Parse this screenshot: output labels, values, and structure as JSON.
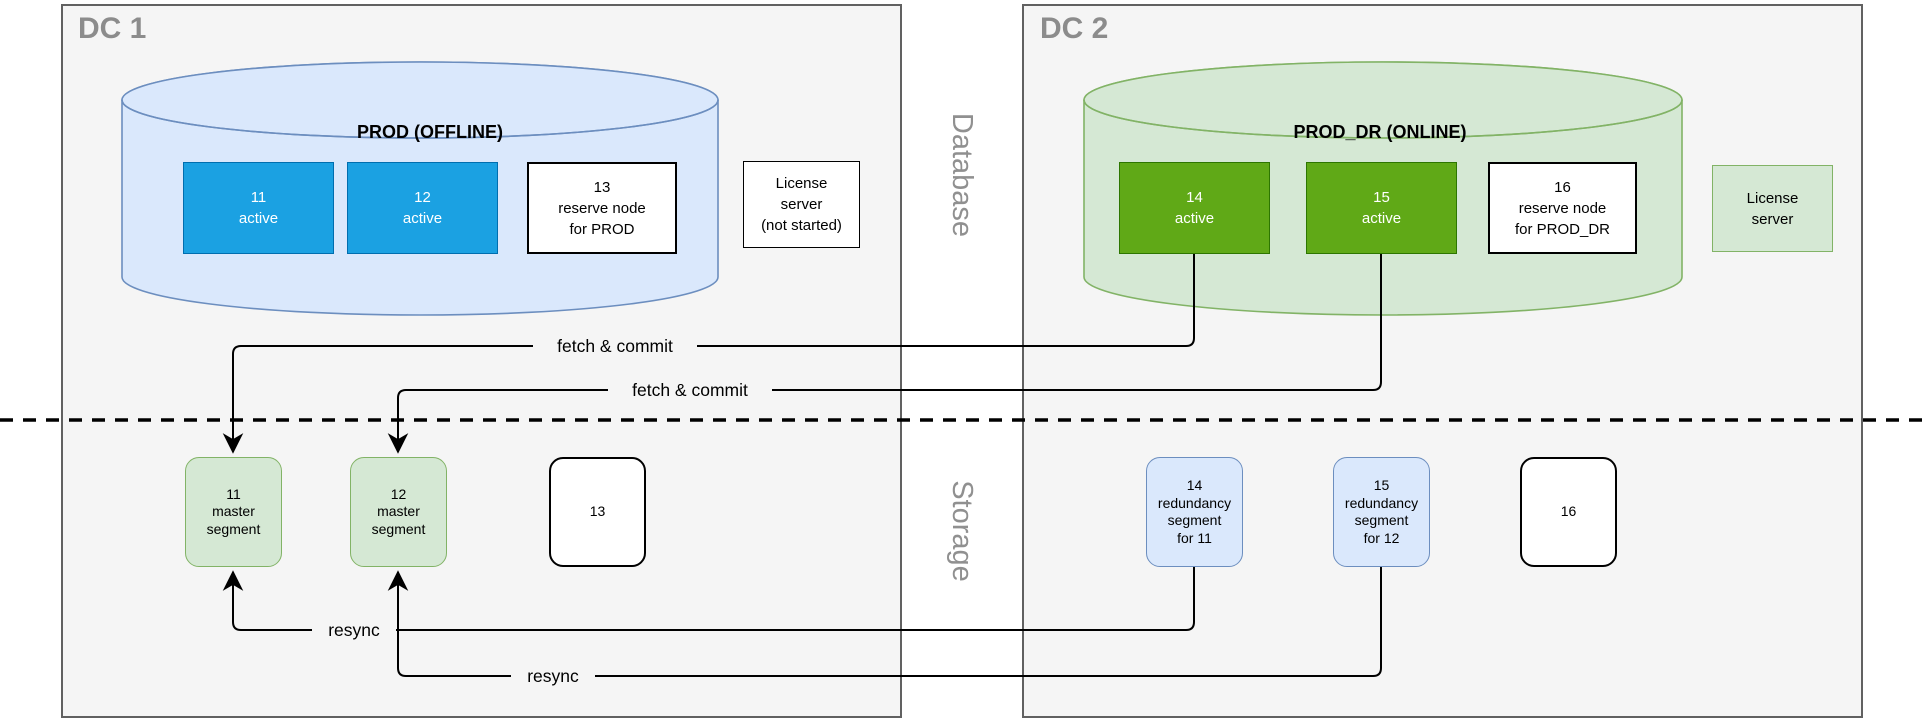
{
  "dividers": {
    "database_label": "Database",
    "storage_label": "Storage"
  },
  "dc1": {
    "title": "DC 1",
    "cylinder_label": "PROD (OFFLINE)",
    "node11": {
      "l1": "11",
      "l2": "active"
    },
    "node12": {
      "l1": "12",
      "l2": "active"
    },
    "node13": {
      "l1": "13",
      "l2": "reserve node",
      "l3": "for PROD"
    },
    "license": {
      "l1": "License",
      "l2": "server",
      "l3": "(not started)"
    },
    "storage11": {
      "l1": "11",
      "l2": "master",
      "l3": "segment"
    },
    "storage12": {
      "l1": "12",
      "l2": "master",
      "l3": "segment"
    },
    "storage13": {
      "l1": "13"
    }
  },
  "dc2": {
    "title": "DC 2",
    "cylinder_label": "PROD_DR (ONLINE)",
    "node14": {
      "l1": "14",
      "l2": "active"
    },
    "node15": {
      "l1": "15",
      "l2": "active"
    },
    "node16": {
      "l1": "16",
      "l2": "reserve node",
      "l3": "for PROD_DR"
    },
    "license": {
      "l1": "License",
      "l2": "server"
    },
    "storage14": {
      "l1": "14",
      "l2": "redundancy",
      "l3": "segment",
      "l4": "for 11"
    },
    "storage15": {
      "l1": "15",
      "l2": "redundancy",
      "l3": "segment",
      "l4": "for 12"
    },
    "storage16": {
      "l1": "16"
    }
  },
  "connections": {
    "fetch_commit_1": "fetch & commit",
    "fetch_commit_2": "fetch & commit",
    "resync_1": "resync",
    "resync_2": "resync"
  },
  "colors": {
    "dc_background": "#f5f5f5",
    "blue_node": "#1ba1e2",
    "blue_node_border": "#006eaf",
    "light_blue": "#dae8fc",
    "light_blue_border": "#6c8ebf",
    "green_node": "#60a917",
    "green_node_border": "#2d7600",
    "light_green": "#d5e8d4",
    "light_green_border": "#82b366",
    "title_gray": "#8c8c8c"
  }
}
